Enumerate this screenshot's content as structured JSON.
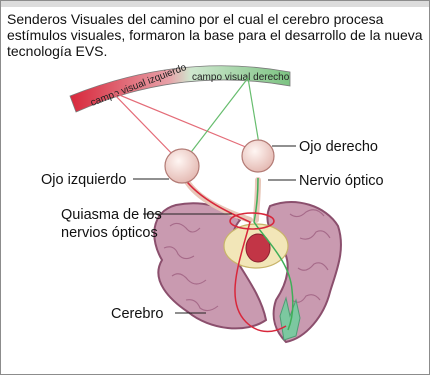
{
  "caption": "Senderos Visuales del camino por el cual el cerebro procesa estímulos visuales, formaron la base para el desarrollo de la nueva tecnología EVS.",
  "fields": {
    "left": "campo visual izquierdo",
    "right": "campo visual derecho"
  },
  "labels": {
    "right_eye": "Ojo derecho",
    "left_eye": "Ojo izquierdo",
    "optic_nerve": "Nervio óptico",
    "chiasm_line1": "Quiasma de los",
    "chiasm_line2": "nervios ópticos",
    "brain": "Cerebro"
  },
  "colors": {
    "left_field": "#d32f3f",
    "right_field": "#7ac77f",
    "brain_fill": "#c99ab0",
    "brain_edge": "#8b4f6d"
  }
}
